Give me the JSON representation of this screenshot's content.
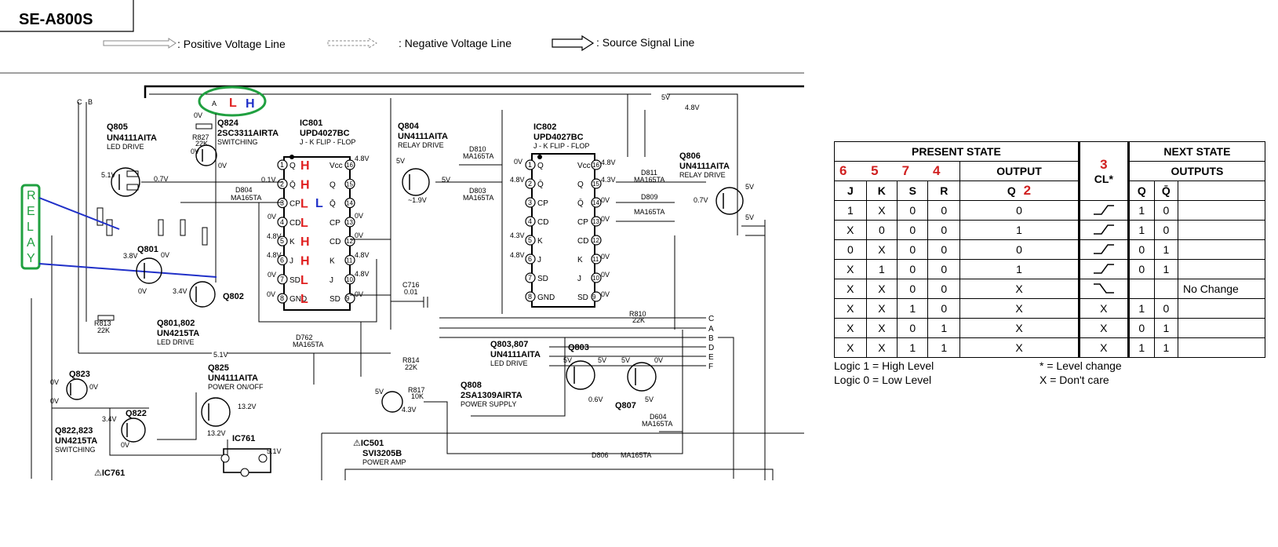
{
  "header": {
    "model": "SE-A800S",
    "legend_positive": ": Positive Voltage Line",
    "legend_negative": ": Negative Voltage Line",
    "legend_source": ": Source Signal Line"
  },
  "schematic": {
    "parts": {
      "q805": [
        "Q805",
        "UN4111AITA",
        "LED DRIVE"
      ],
      "q824": [
        "Q824",
        "2SC3311AIRTA",
        "SWITCHING"
      ],
      "ic801": [
        "IC801",
        "UPD4027BC",
        "J - K FLIP - FLOP"
      ],
      "q804": [
        "Q804",
        "UN4111AITA",
        "RELAY DRIVE"
      ],
      "ic802": [
        "IC802",
        "UPD4027BC",
        "J - K FLIP - FLOP"
      ],
      "q806": [
        "Q806",
        "UN4111AITA",
        "RELAY DRIVE"
      ],
      "q801_802": [
        "Q801,802",
        "UN4215TA",
        "LED DRIVE"
      ],
      "q825": [
        "Q825",
        "UN4111AITA",
        "POWER ON/OFF"
      ],
      "q803_807": [
        "Q803,807",
        "UN4111AITA",
        "LED DRIVE"
      ],
      "q808": [
        "Q808",
        "2SA1309AIRTA",
        "POWER SUPPLY"
      ],
      "q822_823": [
        "Q822,823",
        "UN4215TA",
        "SWITCHING"
      ],
      "ic501": [
        "⚠IC501",
        "SVI3205B",
        "POWER AMP"
      ]
    },
    "other_labels": {
      "q801": "Q801",
      "q802": "Q802",
      "q803": "Q803",
      "q807": "Q807",
      "q823": "Q823",
      "q822": "Q822",
      "ic761": "IC761",
      "ic761b": "⚠IC761",
      "c716": "C716",
      "d762": "D762",
      "d806": "D806",
      "d604": "D604",
      "relay": [
        "R",
        "E",
        "L",
        "A",
        "Y"
      ],
      "bus_letters": [
        "C",
        "A",
        "B",
        "D",
        "E",
        "F"
      ]
    },
    "ic801_pins_left": [
      "Q",
      "Q̄",
      "CP",
      "CD",
      "K",
      "J",
      "SD",
      "GND"
    ],
    "ic801_pins_right": [
      "Vcc",
      "Q",
      "Q̄",
      "CP",
      "CD",
      "K",
      "J",
      "SD"
    ],
    "voltages": [
      "0.1V",
      "4.8V",
      "0.7V",
      "5V",
      "~1.9V",
      "0.7V",
      "5V",
      "13.2V",
      "4.3V",
      "0.6V"
    ],
    "annotations": {
      "top_L": "L",
      "top_H": "H",
      "pin_ann": [
        "H",
        "H",
        "L",
        "L",
        "H",
        "H",
        "L",
        "L"
      ],
      "pin_ann_extra_blue": "L"
    },
    "colors": {
      "red": "#e02020",
      "blue": "#2030c8",
      "green": "#20a040",
      "wire": "#000000"
    }
  },
  "truth_table": {
    "group_headers": {
      "present": "PRESENT STATE",
      "next": "NEXT STATE"
    },
    "sub_headers": {
      "output": "OUTPUT",
      "outputs": "OUTPUTS"
    },
    "columns": [
      "J",
      "K",
      "S",
      "R",
      "Q",
      "CL*",
      "Q",
      "Q̄"
    ],
    "column_numbers": {
      "J": "6",
      "K": "5",
      "S": "7",
      "R": "4",
      "Q": "2",
      "CL": "3"
    },
    "rows": [
      [
        "1",
        "X",
        "0",
        "0",
        "0",
        "rise",
        "1",
        "0",
        ""
      ],
      [
        "X",
        "0",
        "0",
        "0",
        "1",
        "rise",
        "1",
        "0",
        ""
      ],
      [
        "0",
        "X",
        "0",
        "0",
        "0",
        "rise",
        "0",
        "1",
        ""
      ],
      [
        "X",
        "1",
        "0",
        "0",
        "1",
        "rise",
        "0",
        "1",
        ""
      ],
      [
        "X",
        "X",
        "0",
        "0",
        "X",
        "fall",
        "",
        "",
        "No Change"
      ],
      [
        "X",
        "X",
        "1",
        "0",
        "X",
        "X",
        "1",
        "0",
        ""
      ],
      [
        "X",
        "X",
        "0",
        "1",
        "X",
        "X",
        "0",
        "1",
        ""
      ],
      [
        "X",
        "X",
        "1",
        "1",
        "X",
        "X",
        "1",
        "1",
        ""
      ]
    ],
    "notes": {
      "logic1": "Logic 1 = High Level",
      "logic0": "Logic 0 = Low Level",
      "star": "* = Level change",
      "x": "X = Don't care"
    }
  }
}
